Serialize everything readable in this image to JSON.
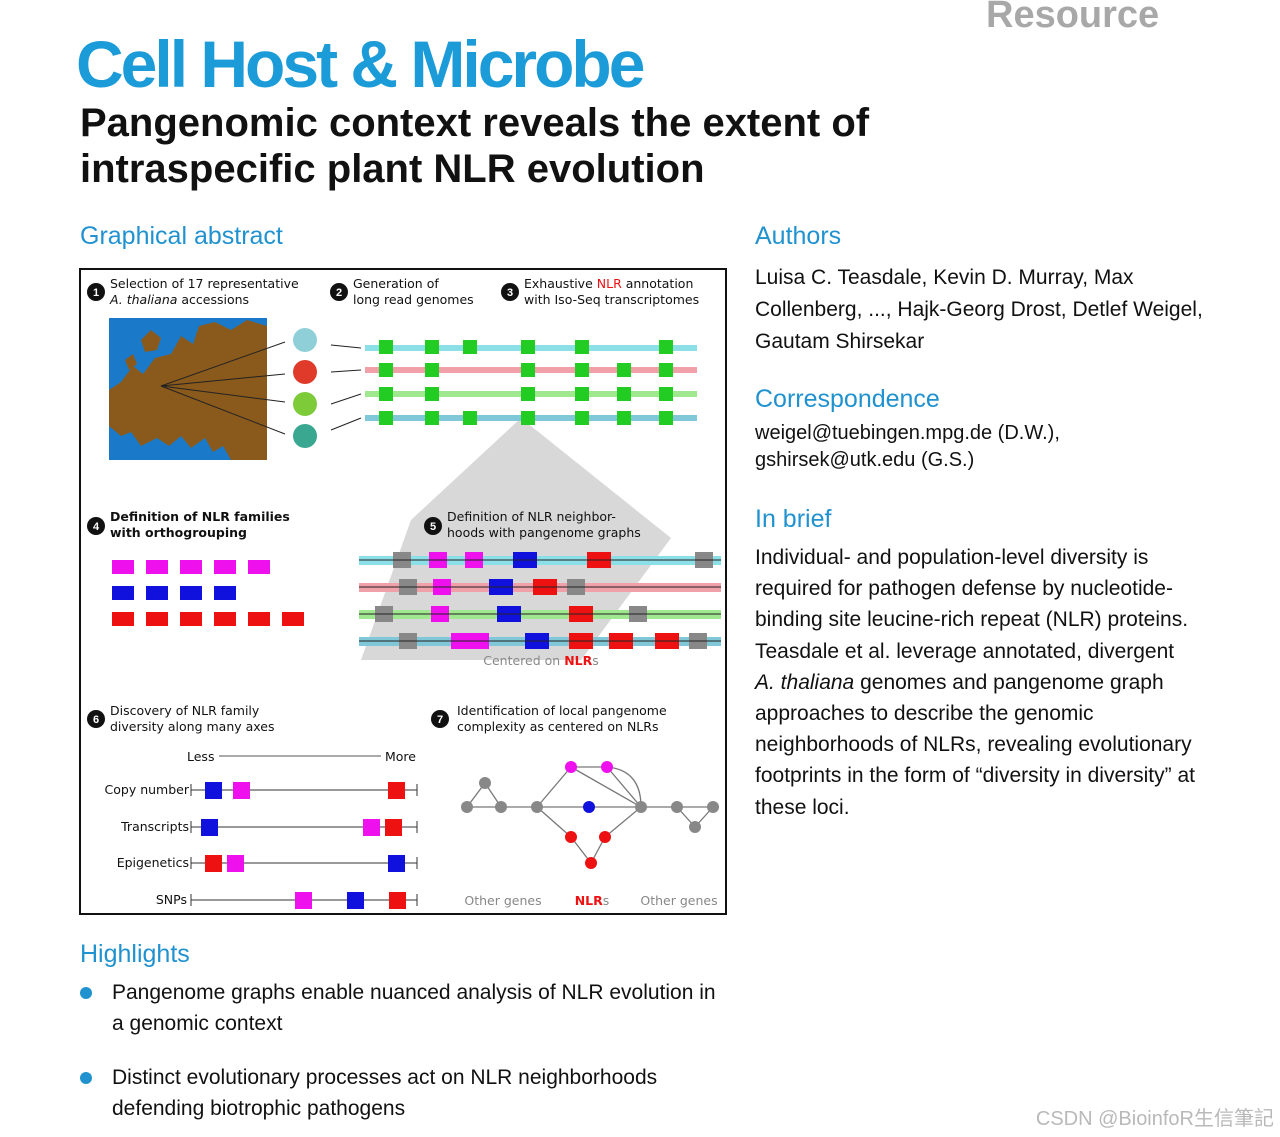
{
  "header": {
    "article_type": "Resource",
    "journal": "Cell Host & Microbe",
    "title": "Pangenomic context reveals the extent of intraspecific plant NLR evolution"
  },
  "graphical_abstract": {
    "heading": "Graphical abstract",
    "steps": [
      {
        "num": "1",
        "line1": "Selection of 17 representative",
        "line2_italic": "A. thaliana",
        "line2_rest": " accessions"
      },
      {
        "num": "2",
        "line1": "Generation of",
        "line2": "long read genomes"
      },
      {
        "num": "3",
        "line1_pre": "Exhaustive ",
        "line1_hl": "NLR",
        "line1_post": " annotation",
        "line2": "with Iso-Seq transcriptomes"
      },
      {
        "num": "4",
        "line1": "Definition of NLR families",
        "line2": "with orthogrouping"
      },
      {
        "num": "5",
        "line1": "Definition of NLR neighbor-",
        "line2": "hoods with pangenome graphs"
      },
      {
        "num": "6",
        "line1": "Discovery of NLR family",
        "line2": "diversity along many axes"
      },
      {
        "num": "7",
        "line1": "Identification of local pangenome",
        "line2": "complexity as centered on NLRs"
      }
    ],
    "centered_pre": "Centered on ",
    "centered_hl": "NLR",
    "centered_post": "s",
    "axis_less": "Less",
    "axis_more": "More",
    "axes": [
      "Copy number",
      "Transcripts",
      "Epigenetics",
      "SNPs"
    ],
    "graph_label_left": "Other genes",
    "graph_label_mid_hl": "NLR",
    "graph_label_mid_post": "s",
    "graph_label_right": "Other genes",
    "colors": {
      "nlr_red": "#ee1111",
      "blue": "#1111dd",
      "magenta": "#ee11ee",
      "green": "#22cc22",
      "gray": "#888888",
      "map_land": "#8a5a1c",
      "map_sea": "#1a7ac9"
    }
  },
  "authors": {
    "heading": "Authors",
    "text": "Luisa C. Teasdale, Kevin D. Murray, Max Collenberg, ..., Hajk-Georg Drost, Detlef Weigel, Gautam Shirsekar"
  },
  "correspondence": {
    "heading": "Correspondence",
    "line1": "weigel@tuebingen.mpg.de (D.W.),",
    "line2": "gshirsek@utk.edu (G.S.)"
  },
  "in_brief": {
    "heading": "In brief",
    "text_before": "Individual- and population-level diversity is required for pathogen defense by nucleotide-binding site leucine-rich repeat (NLR) proteins. Teasdale et al. leverage annotated, divergent ",
    "text_italic": "A. thaliana",
    "text_after": " genomes and pangenome graph approaches to describe the genomic neighborhoods of NLRs, revealing evolutionary footprints in the form of “diversity in diversity” at these loci."
  },
  "highlights": {
    "heading": "Highlights",
    "items": [
      "Pangenome graphs enable nuanced analysis of NLR evolution in a genomic context",
      "Distinct evolutionary processes act on NLR neighborhoods defending biotrophic pathogens"
    ]
  },
  "watermark": "CSDN @BioinfoR生信筆記"
}
